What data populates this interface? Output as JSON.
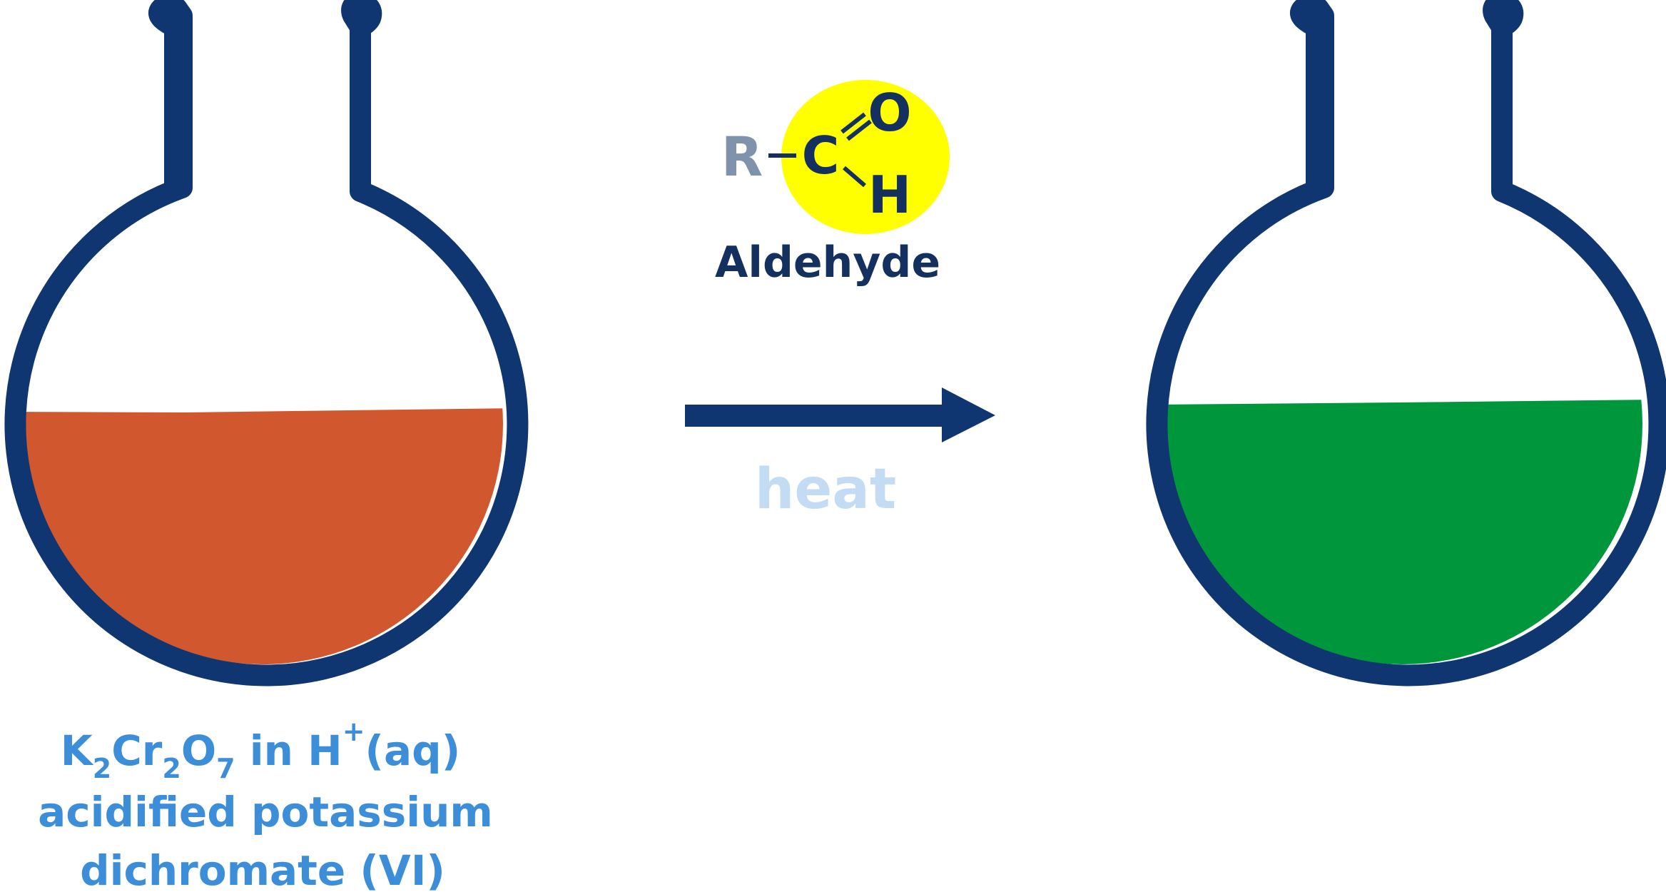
{
  "colors": {
    "flask_outline": "#0f3670",
    "dichromate_solution": "#d0572e",
    "chromium_iii_solution": "#00963c",
    "highlight": "#ffff00",
    "dark_text": "#14305e",
    "r_group_text": "#8093ac",
    "heat_text": "#c3dcf3",
    "reagent_text": "#3d8ed9"
  },
  "aldehyde": {
    "r_label": "R",
    "c_label": "C",
    "o_label": "O",
    "h_label": "H",
    "name": "Aldehyde"
  },
  "arrow": {
    "condition": "heat"
  },
  "reagent": {
    "formula_parts": [
      "K",
      "2",
      "Cr",
      "2",
      "O",
      "7",
      " in H",
      "+",
      "(aq)"
    ],
    "line2": "acidified potassium",
    "line3": "dichromate (VI)"
  }
}
